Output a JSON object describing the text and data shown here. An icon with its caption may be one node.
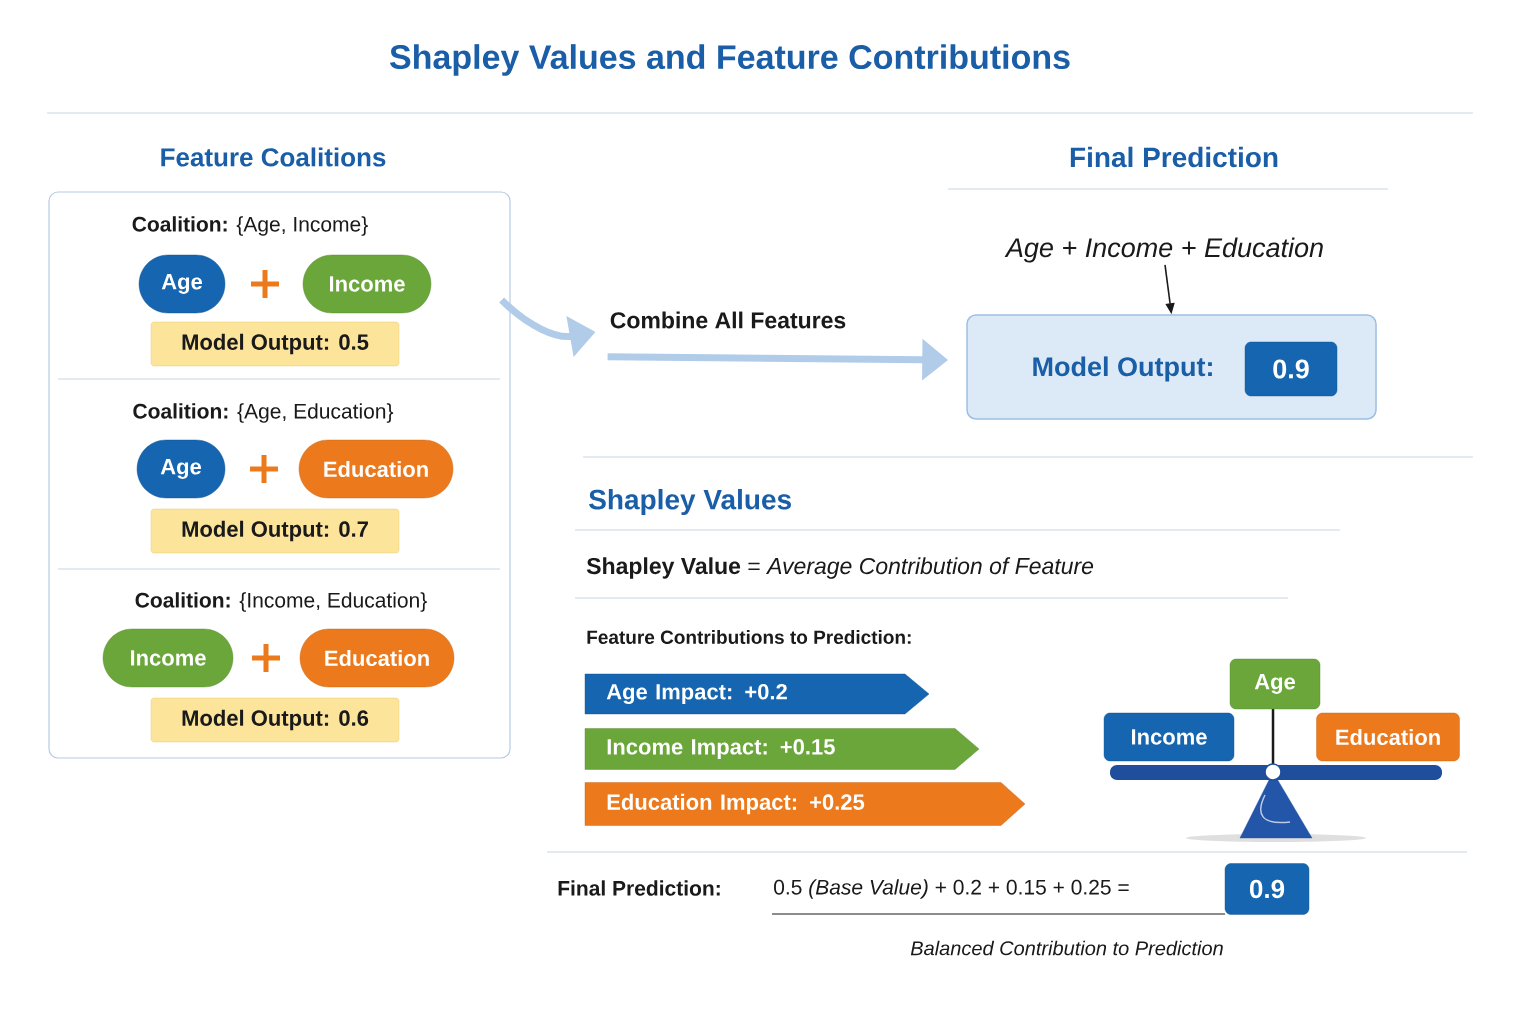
{
  "diagram": {
    "title": "Shapley Values and Feature Contributions",
    "nodes": [
      {
        "text": [
          "Feature Coalitions"
        ]
      },
      {
        "text": [
          "Age"
        ],
        "in": 0
      },
      {
        "text": [
          "Income"
        ],
        "in": 0
      },
      {
        "text": [
          "Model Output: 0.5"
        ],
        "in": 0
      },
      {
        "text": [
          "Age"
        ],
        "in": 0
      },
      {
        "text": [
          "Education"
        ],
        "in": 0
      },
      {
        "text": [
          "Model Output: 0.7"
        ],
        "in": 0
      },
      {
        "text": [
          "Income"
        ],
        "in": 0
      },
      {
        "text": [
          "Education"
        ],
        "in": 0
      },
      {
        "text": [
          "Model Output: 0.6"
        ],
        "in": 0
      },
      {
        "text": [
          "Combine All Features"
        ]
      },
      {
        "text": [
          "Age + Income + Education"
        ]
      },
      {
        "text": [
          "Model Output:"
        ]
      },
      {
        "text": [
          "0.9"
        ],
        "in": 12
      },
      {
        "text": [
          "Age Impact: +0.2"
        ]
      },
      {
        "text": [
          "Income Impact: +0.15"
        ]
      },
      {
        "text": [
          "Education Impact: +0.25"
        ]
      },
      {
        "text": [
          "Age"
        ]
      },
      {
        "text": [
          "Income"
        ]
      },
      {
        "text": [
          "Education"
        ]
      },
      {
        "text": [
          "0.9"
        ]
      }
    ],
    "edges": [
      {
        "from": 0,
        "to": 10,
        "arrow": "to"
      },
      {
        "from": 10,
        "to": 12,
        "arrow": "to"
      },
      {
        "from": 11,
        "to": 12,
        "arrow": "to",
        "color": "#1a1a1a"
      }
    ],
    "labels": [
      "Final Prediction",
      "**Coalition:** {Age, Income}",
      "**Coalition:** {Age, Education}",
      "**Coalition:** {Income, Education}",
      "Shapley Values",
      "**Shapley Value** = *Average Contribution of Feature*",
      "Feature Contributions to Prediction:",
      "Final Prediction:",
      "0.5 *(Base Value)* + 0.2 + 0.15 + 0.25 =",
      "Balanced Contribution to Prediction"
    ]
  }
}
